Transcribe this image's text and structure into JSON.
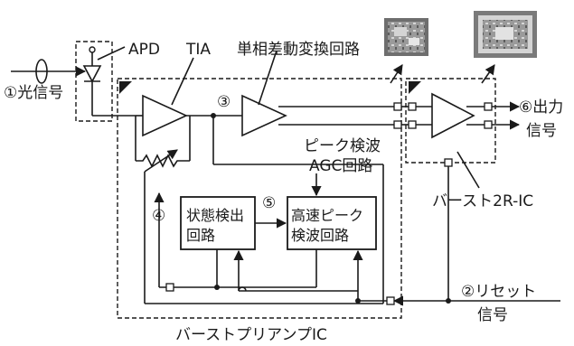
{
  "labels": {
    "apd": "APD",
    "tia": "TIA",
    "converter": "単相差動変換回路",
    "optical_signal": "①光信号",
    "node3": "③",
    "output_line1": "⑥出力",
    "output_line2": "信号",
    "peak_detect": "ピーク検波",
    "agc": "AGC回路",
    "burst2r": "バースト2R-IC",
    "node4": "④",
    "node5": "⑤",
    "state_detect_1": "状態検出",
    "state_detect_2": "回路",
    "fast_peak_1": "高速ピーク",
    "fast_peak_2": "検波回路",
    "reset_line1": "②リセット",
    "reset_line2": "信号",
    "preamp": "バーストプリアンプIC"
  },
  "die_photos": [
    "preamp-die-photo",
    "burst2r-die-photo"
  ],
  "colors": {
    "ink": "#1a1a1a",
    "background": "#ffffff",
    "die_dark": "#6e6e6e",
    "die_light": "#d4d4d4"
  }
}
